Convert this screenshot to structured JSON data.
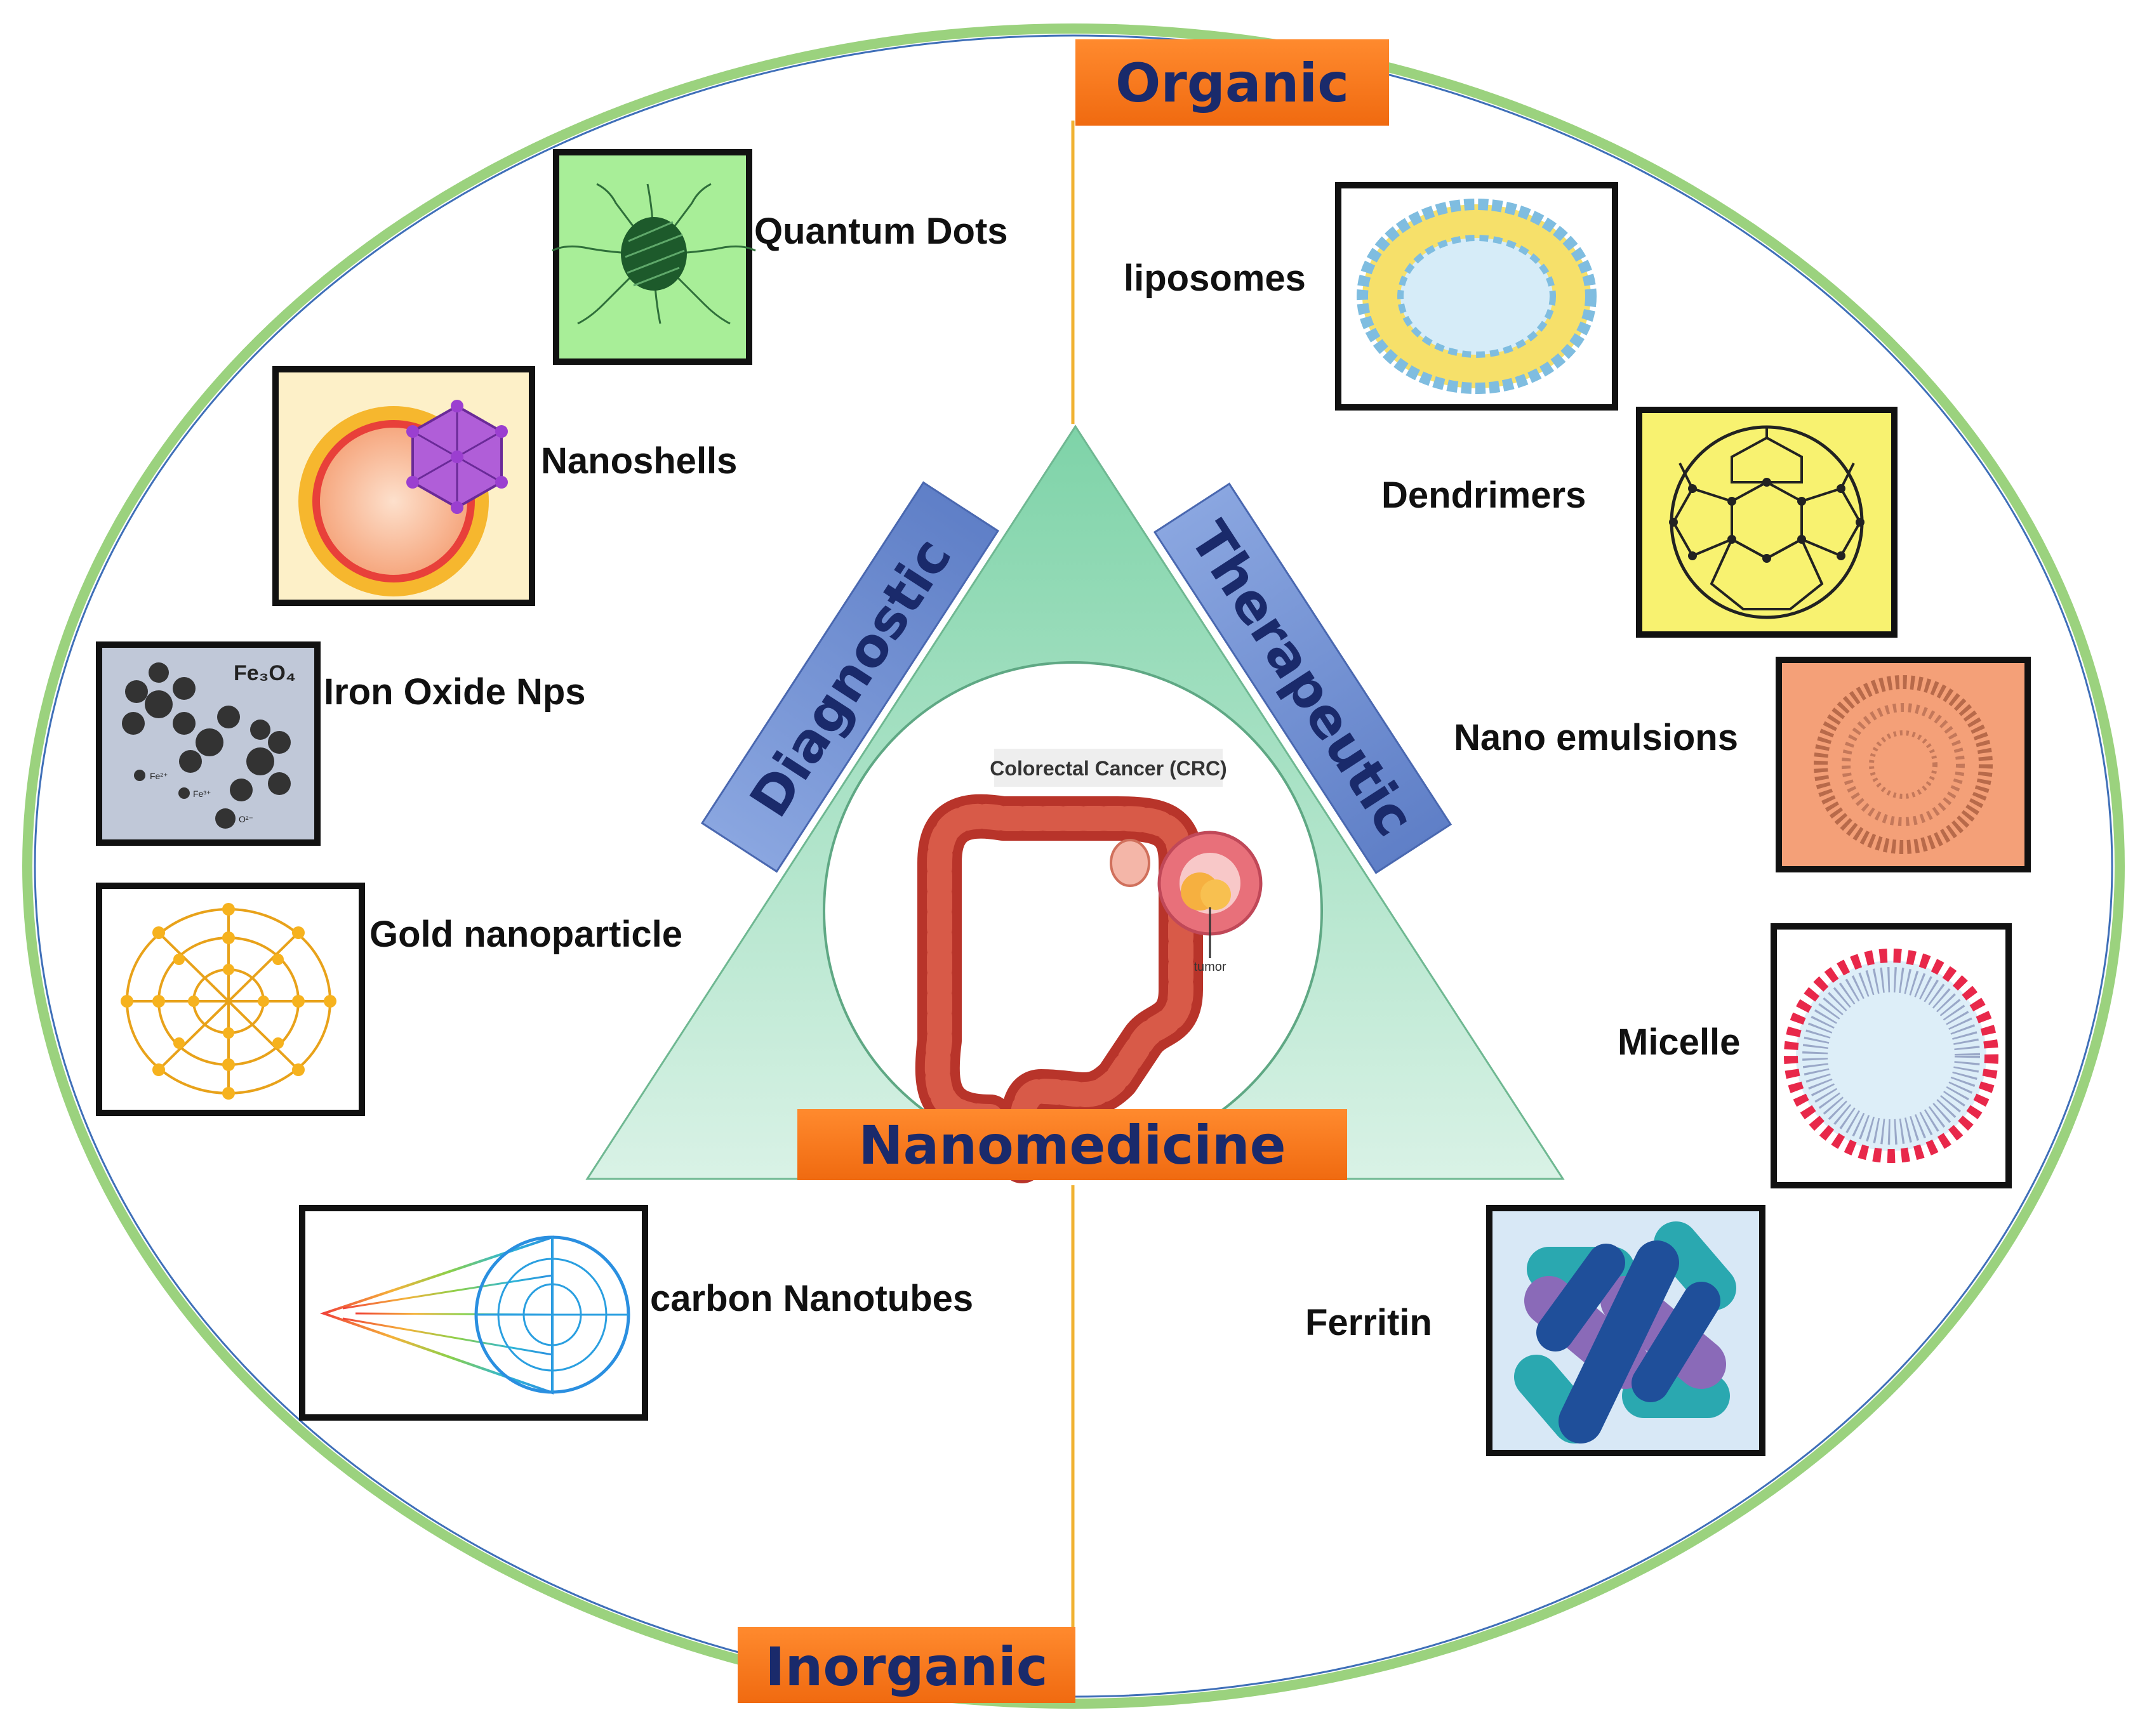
{
  "categories": {
    "organic": "Organic",
    "inorganic": "Inorganic",
    "center": "Nanomedicine",
    "diagnostic": "Diagnostic",
    "therapeutic": "Therapeutic"
  },
  "center_image": {
    "caption": "Colorectal Cancer (CRC)",
    "tumor_label": "tumor"
  },
  "inorganic_items": [
    {
      "label": "Quantum Dots",
      "icon": "quantum-dot-icon"
    },
    {
      "label": "Nanoshells",
      "icon": "nanoshell-icon"
    },
    {
      "label": "Iron Oxide Nps",
      "icon": "iron-oxide-icon",
      "formula": "Fe₃O₄",
      "ions": [
        "Fe²⁺",
        "Fe³⁺",
        "O²⁻"
      ]
    },
    {
      "label": "Gold nanoparticle",
      "icon": "gold-nanoparticle-icon"
    },
    {
      "label": "carbon Nanotubes",
      "icon": "carbon-nanotube-icon"
    }
  ],
  "organic_items": [
    {
      "label": "liposomes",
      "icon": "liposome-icon"
    },
    {
      "label": "Dendrimers",
      "icon": "dendrimer-icon"
    },
    {
      "label": "Nano emulsions",
      "icon": "nano-emulsion-icon"
    },
    {
      "label": "Micelle",
      "icon": "micelle-icon"
    },
    {
      "label": "Ferritin",
      "icon": "ferritin-icon"
    }
  ],
  "colors": {
    "orange": "#f97a1f",
    "ellipse": "#9bd27e",
    "triangle": "#a8e3c4",
    "banner": "#6f8fd0",
    "text_blue": "#1a2a6b",
    "divider": "#f0b232"
  }
}
